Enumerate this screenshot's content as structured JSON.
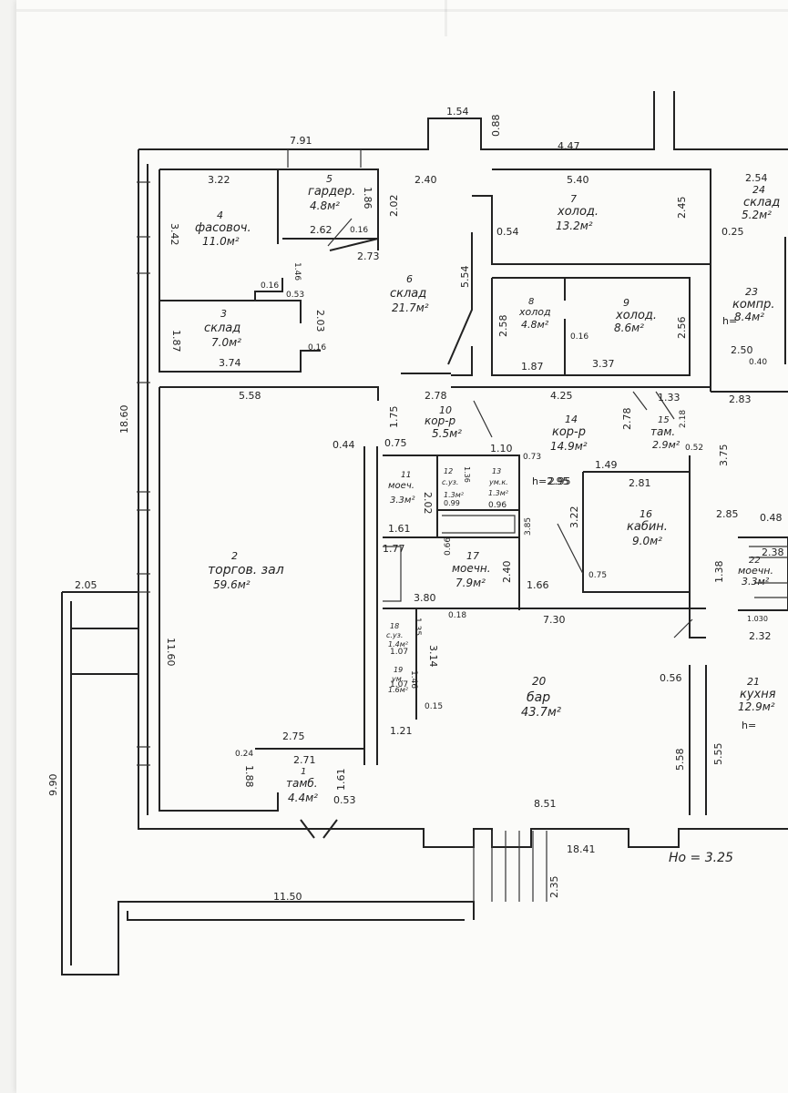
{
  "plan": {
    "dimensions": [
      {
        "id": "d1",
        "text": "1.54"
      },
      {
        "id": "d2",
        "text": "0.88"
      },
      {
        "id": "d3",
        "text": "7.91"
      },
      {
        "id": "d4",
        "text": "4.47"
      },
      {
        "id": "d5",
        "text": "3.22"
      },
      {
        "id": "d6",
        "text": "2.40"
      },
      {
        "id": "d7",
        "text": "5.40"
      },
      {
        "id": "d8",
        "text": "2.54"
      },
      {
        "id": "d9",
        "text": "3.42"
      },
      {
        "id": "d10",
        "text": "1.86"
      },
      {
        "id": "d11",
        "text": "2.02"
      },
      {
        "id": "d12",
        "text": "2.45"
      },
      {
        "id": "d13",
        "text": "2.62"
      },
      {
        "id": "d14",
        "text": "0.16"
      },
      {
        "id": "d15",
        "text": "2.73"
      },
      {
        "id": "d16",
        "text": "0.54"
      },
      {
        "id": "d17",
        "text": "0.25"
      },
      {
        "id": "d18",
        "text": "5.54"
      },
      {
        "id": "d19",
        "text": "0.16"
      },
      {
        "id": "d20",
        "text": "1.46"
      },
      {
        "id": "d21",
        "text": "0.53"
      },
      {
        "id": "d22",
        "text": "2.58"
      },
      {
        "id": "d23",
        "text": "2.56"
      },
      {
        "id": "d24",
        "text": "1.87"
      },
      {
        "id": "d25",
        "text": "2.03"
      },
      {
        "id": "d26",
        "text": "0.16"
      },
      {
        "id": "d27",
        "text": "0.16"
      },
      {
        "id": "d28",
        "text": "2.50"
      },
      {
        "id": "d29",
        "text": "0.40"
      },
      {
        "id": "d30",
        "text": "3.74"
      },
      {
        "id": "d31",
        "text": "1.87"
      },
      {
        "id": "d32",
        "text": "3.37"
      },
      {
        "id": "d33",
        "text": "5.58"
      },
      {
        "id": "d34",
        "text": "2.78"
      },
      {
        "id": "d35",
        "text": "4.25"
      },
      {
        "id": "d36",
        "text": "1.33"
      },
      {
        "id": "d37",
        "text": "2.83"
      },
      {
        "id": "d38",
        "text": "1.75"
      },
      {
        "id": "d39",
        "text": "2.78"
      },
      {
        "id": "d40",
        "text": "2.18"
      },
      {
        "id": "d41",
        "text": "18.60"
      },
      {
        "id": "d42",
        "text": "0.44"
      },
      {
        "id": "d43",
        "text": "0.75"
      },
      {
        "id": "d44",
        "text": "1.10"
      },
      {
        "id": "d45",
        "text": "0.73"
      },
      {
        "id": "d46",
        "text": "0.52"
      },
      {
        "id": "d47",
        "text": "3.75"
      },
      {
        "id": "d48",
        "text": "1.49"
      },
      {
        "id": "d49",
        "text": "2.02"
      },
      {
        "id": "d50",
        "text": "1.36"
      },
      {
        "id": "d51",
        "text": "2.95"
      },
      {
        "id": "d52",
        "text": "2.81"
      },
      {
        "id": "d53",
        "text": "0.99"
      },
      {
        "id": "d54",
        "text": "0.96"
      },
      {
        "id": "d55",
        "text": "3.22"
      },
      {
        "id": "d56",
        "text": "1.61"
      },
      {
        "id": "d57",
        "text": "3.85"
      },
      {
        "id": "d58",
        "text": "2.85"
      },
      {
        "id": "d59",
        "text": "0.48"
      },
      {
        "id": "d60",
        "text": "0.66"
      },
      {
        "id": "d61",
        "text": "2.38"
      },
      {
        "id": "d62",
        "text": "1.77"
      },
      {
        "id": "d63",
        "text": "1.38"
      },
      {
        "id": "d64",
        "text": "2.05"
      },
      {
        "id": "d65",
        "text": "11.60"
      },
      {
        "id": "d66",
        "text": "2.40"
      },
      {
        "id": "d67",
        "text": "1.66"
      },
      {
        "id": "d68",
        "text": "0.75"
      },
      {
        "id": "d69",
        "text": "3.80"
      },
      {
        "id": "d70",
        "text": "1.030"
      },
      {
        "id": "d71",
        "text": "0.18"
      },
      {
        "id": "d72",
        "text": "7.30"
      },
      {
        "id": "d73",
        "text": "2.32"
      },
      {
        "id": "d74",
        "text": "1.35"
      },
      {
        "id": "d75",
        "text": "1.07"
      },
      {
        "id": "d76",
        "text": "3.14"
      },
      {
        "id": "d77",
        "text": "1.46"
      },
      {
        "id": "d78",
        "text": "1.07"
      },
      {
        "id": "d79",
        "text": "0.56"
      },
      {
        "id": "d80",
        "text": "0.15"
      },
      {
        "id": "d81",
        "text": "1.21"
      },
      {
        "id": "d82",
        "text": "2.75"
      },
      {
        "id": "d83",
        "text": "5.58"
      },
      {
        "id": "d84",
        "text": "5.55"
      },
      {
        "id": "d85",
        "text": "0.24"
      },
      {
        "id": "d86",
        "text": "2.71"
      },
      {
        "id": "d87",
        "text": "1.88"
      },
      {
        "id": "d88",
        "text": "1.61"
      },
      {
        "id": "d89",
        "text": "9.90"
      },
      {
        "id": "d90",
        "text": "0.53"
      },
      {
        "id": "d91",
        "text": "8.51"
      },
      {
        "id": "d92",
        "text": "18.41"
      },
      {
        "id": "d93",
        "text": "2.35"
      },
      {
        "id": "d94",
        "text": "11.50"
      },
      {
        "id": "d95",
        "text": "h=2.95"
      },
      {
        "id": "d96",
        "text": "h="
      },
      {
        "id": "d97",
        "text": "h="
      }
    ],
    "rooms": [
      {
        "id": "r4",
        "num": "4",
        "name": "фасовоч.",
        "area": "11.0м²"
      },
      {
        "id": "r5",
        "num": "5",
        "name": "гардер.",
        "area": "4.8м²"
      },
      {
        "id": "r7",
        "num": "7",
        "name": "холод.",
        "area": "13.2м²"
      },
      {
        "id": "r24",
        "num": "24",
        "name": "склад",
        "area": "5.2м²"
      },
      {
        "id": "r6",
        "num": "6",
        "name": "склад",
        "area": "21.7м²"
      },
      {
        "id": "r8",
        "num": "8",
        "name": "холод",
        "area": "4.8м²"
      },
      {
        "id": "r9",
        "num": "9",
        "name": "холод.",
        "area": "8.6м²"
      },
      {
        "id": "r23",
        "num": "23",
        "name": "компр.",
        "area": "8.4м²"
      },
      {
        "id": "r3",
        "num": "3",
        "name": "склад",
        "area": "7.0м²"
      },
      {
        "id": "r10",
        "num": "10",
        "name": "кор-р",
        "area": "5.5м²"
      },
      {
        "id": "r14",
        "num": "14",
        "name": "кор-р",
        "area": "14.9м²"
      },
      {
        "id": "r15",
        "num": "15",
        "name": "там.",
        "area": "2.9м²"
      },
      {
        "id": "r11",
        "num": "11",
        "name": "моеч.",
        "area": "3.3м²"
      },
      {
        "id": "r12",
        "num": "12",
        "name": "с.уз.",
        "area": "1.3м²"
      },
      {
        "id": "r13",
        "num": "13",
        "name": "ум.к.",
        "area": "1.3м²"
      },
      {
        "id": "r16",
        "num": "16",
        "name": "кабин.",
        "area": "9.0м²"
      },
      {
        "id": "r2",
        "num": "2",
        "name": "торгов. зал",
        "area": "59.6м²"
      },
      {
        "id": "r17",
        "num": "17",
        "name": "моечн.",
        "area": "7.9м²"
      },
      {
        "id": "r22",
        "num": "22",
        "name": "моечн.",
        "area": "3.3м²"
      },
      {
        "id": "r18",
        "num": "18",
        "name": "с.уз.",
        "area": "1.4м²"
      },
      {
        "id": "r19",
        "num": "19",
        "name": "ум.",
        "area": "1.6м²"
      },
      {
        "id": "r20",
        "num": "20",
        "name": "бар",
        "area": "43.7м²"
      },
      {
        "id": "r21",
        "num": "21",
        "name": "кухня",
        "area": "12.9м²"
      },
      {
        "id": "r1",
        "num": "1",
        "name": "тамб.",
        "area": "4.4м²"
      }
    ],
    "height_note": "Hо = 3.25"
  }
}
